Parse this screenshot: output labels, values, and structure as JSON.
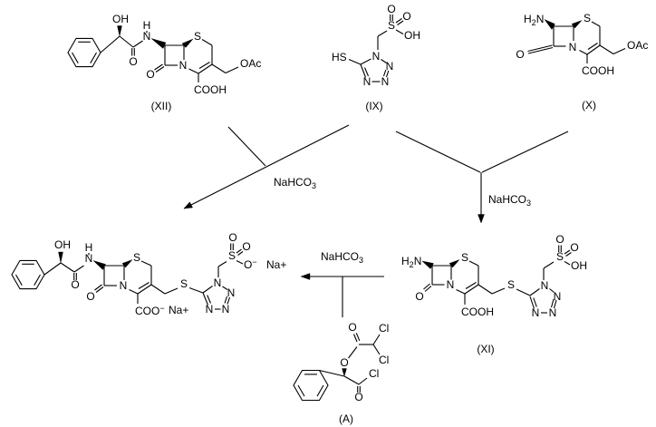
{
  "reagents": {
    "nahco3_base": "NaHCO",
    "nahco3_sub": "3"
  },
  "xii": {
    "caption": "(XII)",
    "oh": "OH",
    "amide_h": "H",
    "amide_n": "N",
    "amide_o": "O",
    "ring_s": "S",
    "ring_n": "N",
    "lactam_o": "O",
    "cooh": "COOH",
    "oac": "OAc"
  },
  "ix": {
    "caption": "(IX)",
    "sulfo_o_top": "O",
    "sulfo_o_right": "O",
    "sulfo_s": "S",
    "sulfo_oh": "OH",
    "hs": "HS",
    "n1": "N",
    "n2": "N",
    "n3": "N",
    "n4": "N"
  },
  "x": {
    "caption": "(X)",
    "amine_h": "H",
    "amine_sub": "2",
    "amine_n": "N",
    "ring_s": "S",
    "ring_n": "N",
    "lactam_o": "O",
    "cooh": "COOH",
    "oac": "OAc"
  },
  "product": {
    "oh": "OH",
    "amide_h": "H",
    "amide_n": "N",
    "amide_o": "O",
    "ring_s": "S",
    "ring_n": "N",
    "lactam_o": "O",
    "coo_base": "COO",
    "coo_charge": "−",
    "na_1": "Na+",
    "thio_s": "S",
    "n1": "N",
    "n2": "N",
    "n3": "N",
    "n4": "N",
    "sulfo_s": "S",
    "sulfo_o_top": "O",
    "sulfo_o_right": "O",
    "sulfo_o_base": "O",
    "sulfo_o_charge": "−",
    "na_2": "Na+"
  },
  "a": {
    "caption": "(A)",
    "ester_carbonyl_o": "O",
    "cl_top": "Cl",
    "cl_bottom": "Cl",
    "ester_o": "O",
    "acyl_cl": "Cl",
    "acyl_o": "O"
  },
  "xi": {
    "caption": "(XI)",
    "amine_h": "H",
    "amine_sub": "2",
    "amine_n": "N",
    "ring_s": "S",
    "ring_n": "N",
    "lactam_o": "O",
    "cooh": "COOH",
    "thio_s": "S",
    "n1": "N",
    "n2": "N",
    "n3": "N",
    "n4": "N",
    "sulfo_s": "S",
    "sulfo_o_top": "O",
    "sulfo_o_right": "O",
    "sulfo_oh": "OH"
  }
}
